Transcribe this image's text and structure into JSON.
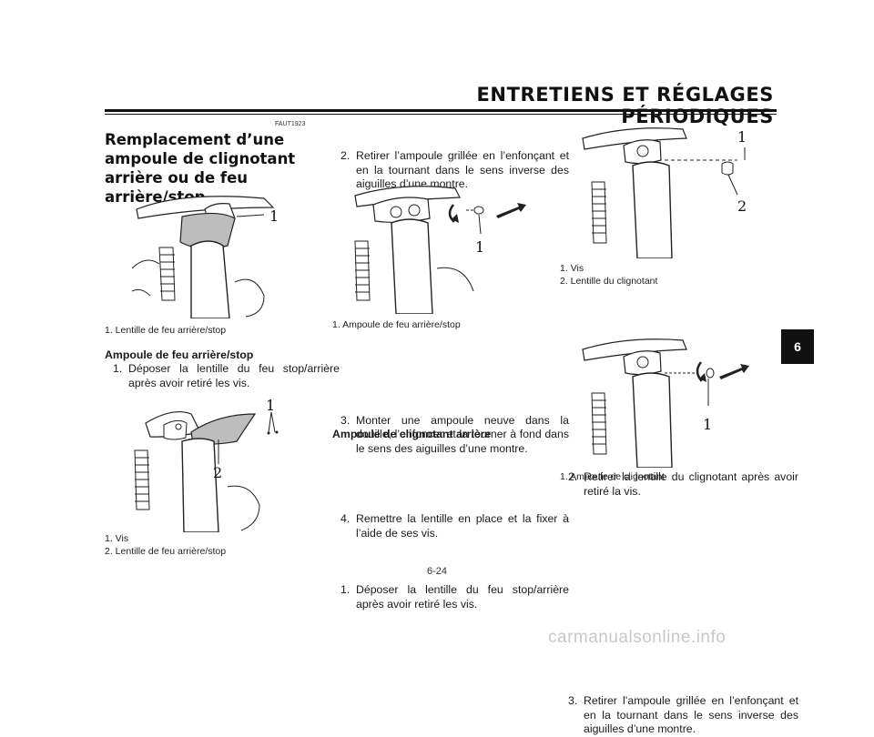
{
  "header": {
    "title": "ENTRETIENS ET RÉGLAGES PÉRIODIQUES"
  },
  "chapter_tab": "6",
  "page_number": "6-24",
  "watermark": "carmanualsonline.info",
  "left_column": {
    "code": "FAUT1923",
    "title": "Remplacement d’une ampoule de clignotant arrière ou de feu arrière/stop",
    "fig1": {
      "callout": "1",
      "caption": "1. Lentille de feu arrière/stop"
    },
    "subhead": "Ampoule de feu arrière/stop",
    "step1": {
      "num": "1.",
      "text": "Déposer la lentille du feu stop/arrière après avoir retiré les vis."
    },
    "fig2": {
      "callout1": "1",
      "callout2": "2",
      "caption1": "1. Vis",
      "caption2": "2. Lentille de feu arrière/stop"
    }
  },
  "middle_column": {
    "step2": {
      "num": "2.",
      "text": "Retirer l’ampoule grillée en l’enfonçant et en la tournant dans le sens inverse des aiguilles d’une montre."
    },
    "fig3": {
      "callout": "1",
      "caption": "1. Ampoule de feu arrière/stop"
    },
    "step3": {
      "num": "3.",
      "text": "Monter une ampoule neuve dans la douille, l’enfoncer et la tourner à fond dans le sens des aiguilles d’une montre."
    },
    "step4": {
      "num": "4.",
      "text": "Remettre la lentille en place et la fixer à l’aide de ses vis."
    },
    "subhead": "Ampoule de clignotant arrière",
    "step5": {
      "num": "1.",
      "text": "Déposer la lentille du feu stop/arrière après avoir retiré les vis."
    }
  },
  "right_column": {
    "fig4": {
      "callout1": "1",
      "callout2": "2",
      "caption1": "1. Vis",
      "caption2": "2. Lentille du clignotant"
    },
    "step6": {
      "num": "2.",
      "text": "Retirer la lentille du clignotant après avoir retiré la vis."
    },
    "fig5": {
      "callout": "1",
      "caption": "1. Ampoule de clignotant"
    },
    "step7": {
      "num": "3.",
      "text": "Retirer l’ampoule grillée en l’enfonçant et en la tournant dans le sens inverse des aiguilles d’une montre."
    }
  }
}
